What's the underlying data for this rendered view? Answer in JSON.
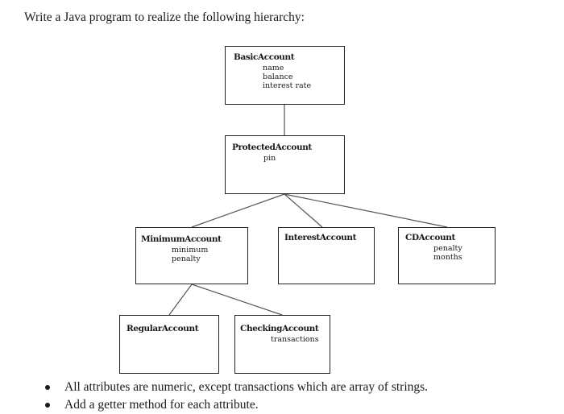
{
  "prompt": "Write a Java program to realize the following hierarchy:",
  "classes": {
    "basic": {
      "name": "BasicAccount",
      "attributes": [
        "name",
        "balance",
        "interest rate"
      ]
    },
    "protected": {
      "name": "ProtectedAccount",
      "attributes": [
        "pin"
      ]
    },
    "minimum": {
      "name": "MinimumAccount",
      "attributes": [
        "minimum",
        "penalty"
      ]
    },
    "interest": {
      "name": "InterestAccount",
      "attributes": []
    },
    "cd": {
      "name": "CDAccount",
      "attributes": [
        "penalty",
        "months"
      ]
    },
    "regular": {
      "name": "RegularAccount",
      "attributes": []
    },
    "checking": {
      "name": "CheckingAccount",
      "attributes": [
        "transactions"
      ]
    }
  },
  "notes": [
    "All attributes are numeric, except transactions which are array of strings.",
    "Add a getter method for each attribute."
  ],
  "line_color": "#555555"
}
